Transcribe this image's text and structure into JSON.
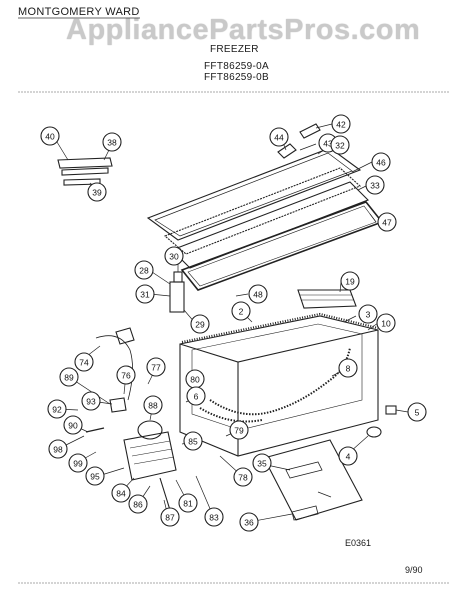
{
  "header": {
    "brand": "MONTGOMERY WARD",
    "watermark": "AppliancePartsPros.com",
    "product": "FREEZER",
    "model_a": "FFT86259-0A",
    "model_b": "FFT86259-0B"
  },
  "footer": {
    "code": "E0361",
    "date": "9/90"
  },
  "callouts": [
    "40",
    "38",
    "39",
    "44",
    "42",
    "43",
    "32",
    "46",
    "33",
    "47",
    "30",
    "28",
    "31",
    "29",
    "48",
    "19",
    "2",
    "3",
    "10",
    "74",
    "77",
    "76",
    "89",
    "80",
    "6",
    "93",
    "88",
    "92",
    "90",
    "98",
    "99",
    "85",
    "79",
    "8",
    "5",
    "4",
    "95",
    "84",
    "86",
    "81",
    "87",
    "83",
    "78",
    "35",
    "36"
  ],
  "colors": {
    "line": "#222222",
    "watermark": "#c9c9c9"
  }
}
